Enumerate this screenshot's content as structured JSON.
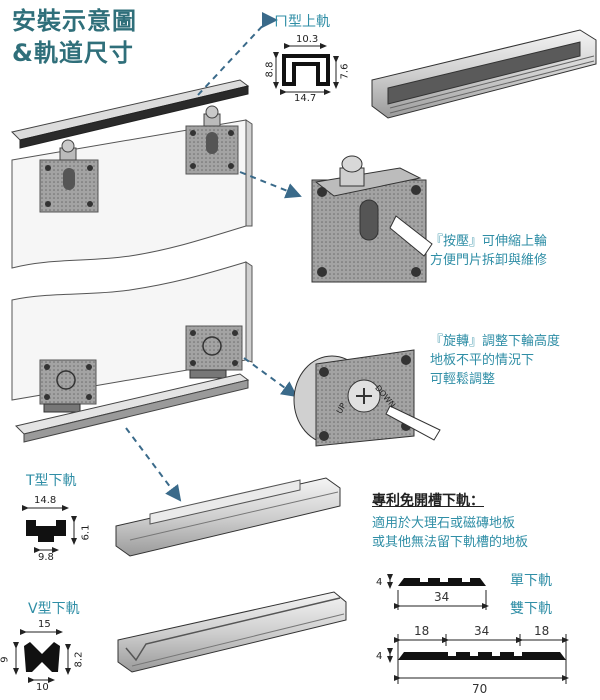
{
  "title": {
    "line1": "安裝示意圖",
    "line2": "&軌道尺寸"
  },
  "top_rail": {
    "label": "ㄇ型上軌",
    "dims": {
      "top": "10.3",
      "left": "8.8",
      "right": "7.6",
      "bottom": "14.7"
    }
  },
  "press_note": {
    "line1": "『按壓』可伸縮上輪",
    "line2": "方便門片拆卸與維修"
  },
  "rotate_note": {
    "line1": "『旋轉』調整下輪高度",
    "line2": "地板不平的情況下",
    "line3": "可輕鬆調整"
  },
  "wheel_plate_text": {
    "up": "UP",
    "down": "DOWN"
  },
  "t_rail": {
    "label": "T型下軌",
    "dims": {
      "top": "14.8",
      "right": "6.1",
      "bottom": "9.8"
    }
  },
  "v_rail": {
    "label": "V型下軌",
    "dims": {
      "top": "15",
      "left": "9",
      "right": "8.2",
      "bottom": "10"
    }
  },
  "patent": {
    "title": "專利免開槽下軌：",
    "line1": "適用於大理石或磁磚地板",
    "line2": "或其他無法留下軌槽的地板"
  },
  "single_rail": {
    "label": "單下軌",
    "thickness": "4",
    "width": "34"
  },
  "double_rail": {
    "label": "雙下軌",
    "thickness": "4",
    "left": "18",
    "middle": "34",
    "right": "18",
    "total": "70"
  },
  "colors": {
    "accent": "#2f8ea6",
    "title": "#2f6f7a",
    "plate": "#9a9a9a"
  }
}
